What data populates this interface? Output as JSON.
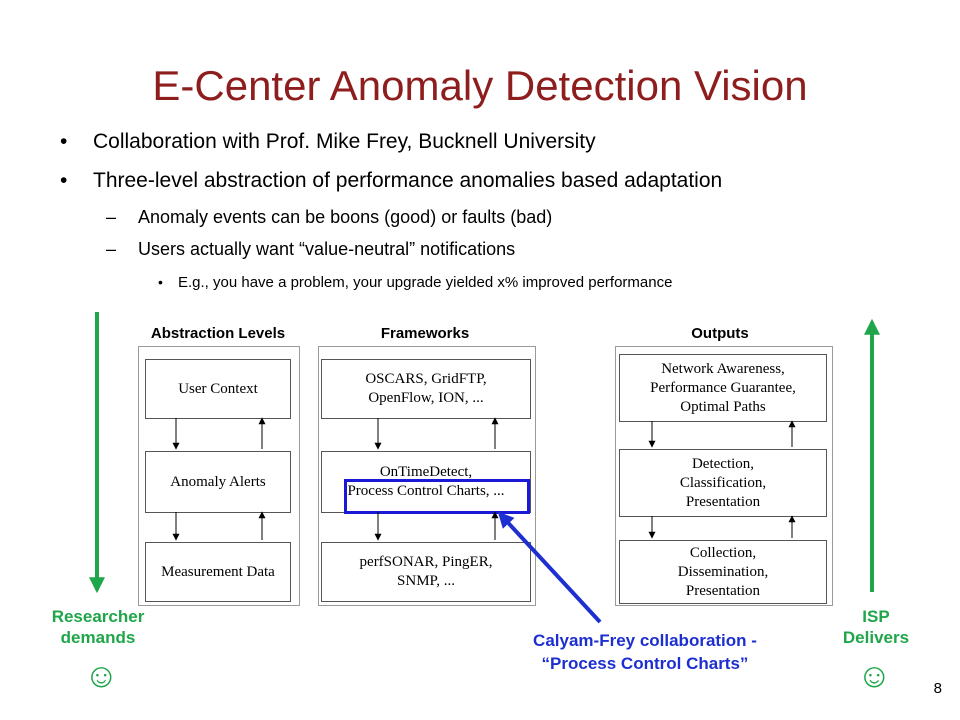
{
  "slide": {
    "title": "E-Center Anomaly Detection Vision",
    "page_number": "8"
  },
  "bullets": [
    "Collaboration with Prof. Mike Frey, Bucknell University",
    "Three-level abstraction of performance anomalies based adaptation"
  ],
  "sub_bullets": [
    "Anomaly events can be boons (good) or faults (bad)",
    "Users actually want “value-neutral” notifications"
  ],
  "sub_sub_bullets": [
    "E.g., you have a problem, your upgrade yielded x% improved performance"
  ],
  "markers": {
    "bullet": "•",
    "dash": "–"
  },
  "diagram": {
    "columns": {
      "abstraction": "Abstraction Levels",
      "frameworks": "Frameworks",
      "outputs": "Outputs"
    },
    "abstraction_boxes": [
      "User Context",
      "Anomaly Alerts",
      "Measurement Data"
    ],
    "framework_boxes": [
      "OSCARS, GridFTP,\nOpenFlow, ION, ...",
      "OnTimeDetect,\nProcess Control Charts, ...",
      "perfSONAR, PingER,\nSNMP, ..."
    ],
    "output_boxes": [
      "Network Awareness,\nPerformance Guarantee,\nOptimal Paths",
      "Detection,\nClassification,\nPresentation",
      "Collection,\nDissemination,\nPresentation"
    ]
  },
  "annotations": {
    "left_label": "Researcher\ndemands",
    "right_label": "ISP\nDelivers",
    "smiley": "☺",
    "collab_label_line1": "Calyam-Frey collaboration -",
    "collab_label_line2": "“Process Control Charts”"
  },
  "colors": {
    "title": "#8e1d1d",
    "green": "#1fa64a",
    "blue": "#1d2fd0"
  }
}
